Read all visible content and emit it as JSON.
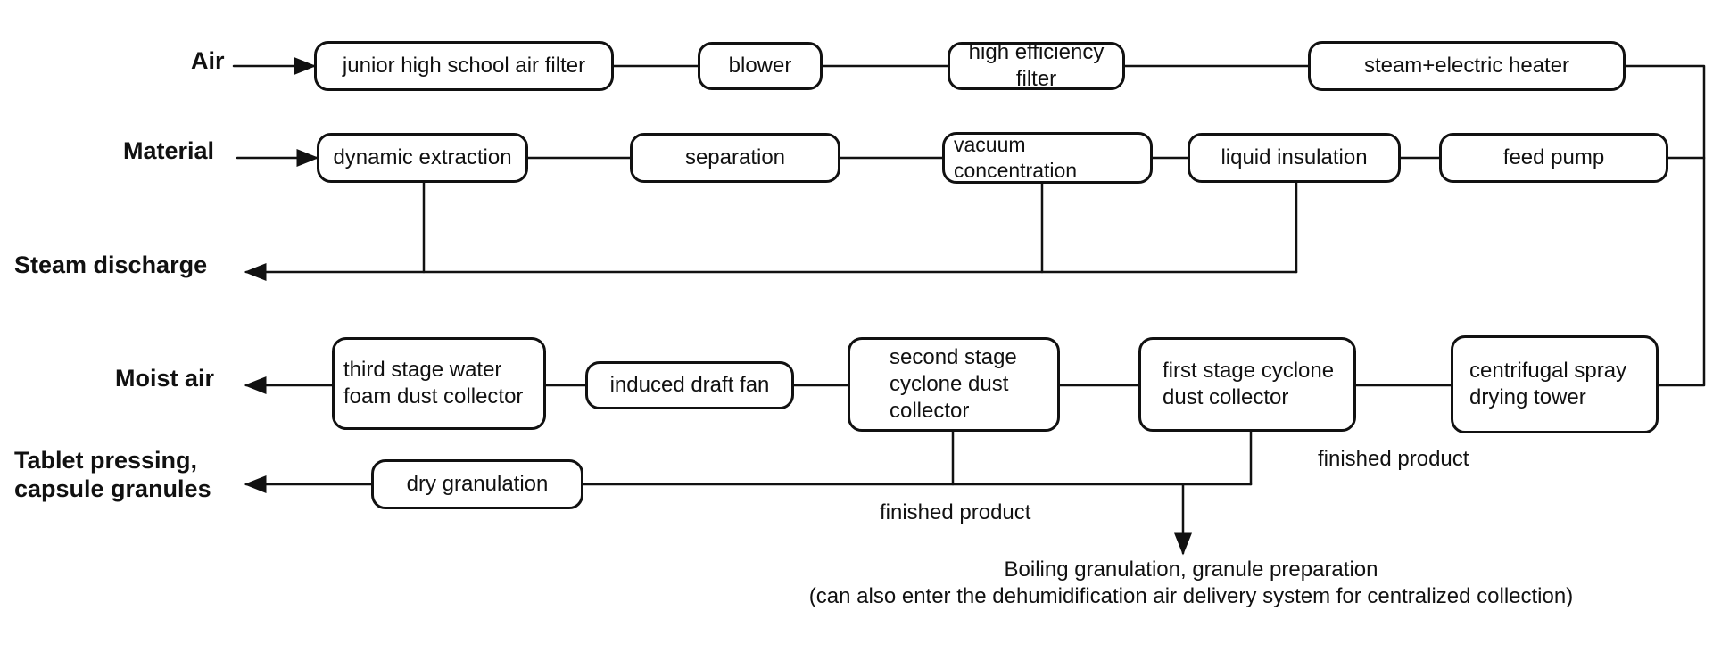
{
  "labels": {
    "air": "Air",
    "material": "Material",
    "steam_discharge": "Steam discharge",
    "moist_air": "Moist air",
    "tablet": "Tablet pressing,\ncapsule granules"
  },
  "boxes": {
    "junior_filter": "junior high school air filter",
    "blower": "blower",
    "high_eff_filter": "high efficiency filter",
    "heater": "steam+electric heater",
    "dynamic_extraction": "dynamic extraction",
    "separation": "separation",
    "vacuum_concentration": "vacuum\nconcentration",
    "liquid_insulation": "liquid insulation",
    "feed_pump": "feed pump",
    "third_stage": "third stage water\nfoam dust collector",
    "induced_fan": "induced draft fan",
    "second_stage": "second stage\ncyclone dust\ncollector",
    "first_stage": "first stage cyclone\ndust collector",
    "spray_tower": "centrifugal spray\ndrying tower",
    "dry_granulation": "dry granulation"
  },
  "notes": {
    "finished_product_right": "finished product",
    "finished_product_mid": "finished product",
    "boiling": "Boiling granulation, granule preparation\n(can also enter the dehumidification air delivery system for centralized collection)"
  },
  "colors": {
    "stroke": "#111111",
    "background": "#ffffff"
  }
}
